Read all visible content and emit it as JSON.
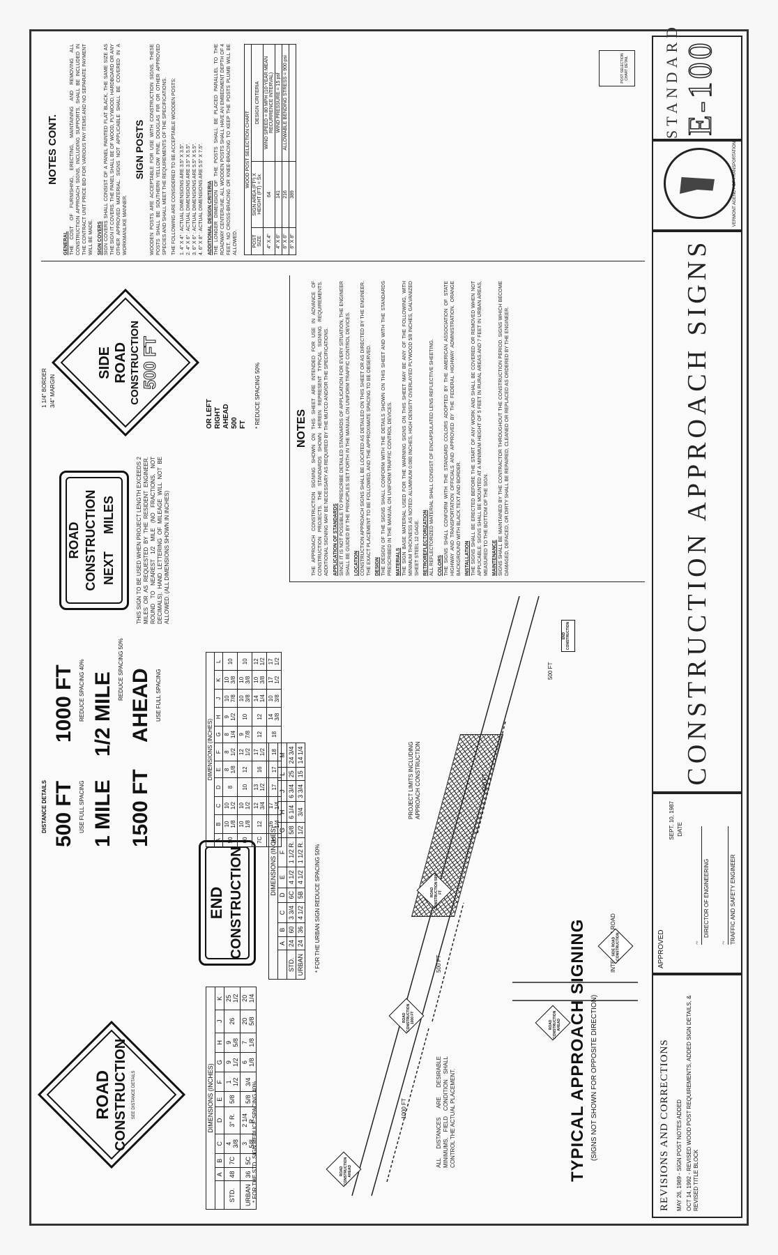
{
  "title_block": {
    "standard_label": "STANDARD",
    "standard_number": "E-100",
    "sheet_title": "CONSTRUCTION APPROACH SIGNS",
    "agency_ring_text": "VERMONT AGENCY OF TRANSPORTATION"
  },
  "revisions": {
    "header": "REVISIONS AND CORRECTIONS",
    "entries": [
      "MAY 26, 1989 - SIGN POST NOTES ADDED",
      "OCT 14, 1992 - REVISED WOOD POST REQUIREMENTS, ADDED SIGN DETAILS, & REVISED TITLE BLOCK"
    ]
  },
  "approval": {
    "approved_label": "APPROVED",
    "date_value": "SEPT. 10, 1987",
    "date_label": "DATE",
    "signer1_title": "DIRECTOR OF ENGINEERING",
    "signer2_title": "TRAFFIC AND SAFETY ENGINEER"
  },
  "signs": {
    "road_construction": [
      "ROAD",
      "CONSTRUCTION"
    ],
    "see_distance": "SEE DISTANCE DETAILS",
    "end_construction": [
      "END",
      "CONSTRUCTION"
    ],
    "distance_signs": {
      "row1_left": "500 FT",
      "row1_right": "1000 FT",
      "row2_left": "1 MILE",
      "row2_right": "1/2 MILE",
      "row3_left": "1500 FT",
      "row3_right": "AHEAD",
      "use_full_spacing": "USE FULL SPACING",
      "reduce_40": "REDUCE SPACING 40%",
      "reduce_50": "REDUCE SPACING 50%",
      "distance_details": "DISTANCE DETAILS"
    },
    "next_miles": [
      "ROAD",
      "CONSTRUCTION",
      "NEXT     MILES"
    ],
    "next_miles_note": "THIS SIGN TO BE USED WHEN PROJECT LENGTH EXCEEDS 2 MILES OR AS REQUESTED BY THE RESIDENT ENGINEER. ROUND TO NEAREST 1/2 MILE (NO FRACTIONS, NOT DECIMALS). HAND LETTERING OF MILEAGE WILL NOT BE ALLOWED. (ALL DIMENSIONS SHOWN IN INCHES)",
    "side_road": [
      "SIDE",
      "ROAD",
      "CONSTRUCTION",
      "500 FT"
    ],
    "side_road_options": [
      "OR LEFT",
      "RIGHT",
      "AHEAD",
      "500",
      "FT"
    ],
    "border_label": "1 1/4\" BORDER",
    "margin_label": "3/4\" MARGIN",
    "reduce_note": "* REDUCE SPACING 50%"
  },
  "dimension_tables": {
    "road_construction": {
      "title": "DIMENSIONS (INCHES)",
      "headers": [
        "",
        "A",
        "B",
        "C",
        "D",
        "E",
        "F",
        "G",
        "H",
        "J",
        "K"
      ],
      "rows": [
        [
          "STD.",
          "48",
          "7C",
          "4 3/8",
          "3\" R.",
          "5/8",
          "1 1/2",
          "9 1/2",
          "9 5/8",
          "26",
          "25 1/2"
        ],
        [
          "URBAN",
          "36",
          "5C",
          "3 5/8",
          "2 1/4 R.",
          "5/8",
          "3/4",
          "6 1/8",
          "7 1/8",
          "20 5/8",
          "20 1/4"
        ]
      ],
      "footnote": "* FOR THE STD. SIGN REDUCE SPACING 40%"
    },
    "end_construction": {
      "title": "DIMENSIONS (INCHES)",
      "headers": [
        "",
        "A",
        "B",
        "C",
        "D",
        "E",
        "F",
        "G",
        "H",
        "J",
        "L",
        "M"
      ],
      "rows": [
        [
          "STD.",
          "24",
          "60",
          "3 3/4",
          "6C",
          "4 1/2",
          "1 1/2 R.",
          "5/8",
          "6 1/4",
          "6 3/4",
          "25",
          "24 3/4"
        ],
        [
          "URBAN",
          "24",
          "36",
          "4 1/2",
          "5B",
          "4 1/2",
          "1 1/2 R.",
          "1/2",
          "3/4",
          "3 3/4",
          "15",
          "14 1/4"
        ]
      ],
      "footnote": "* FOR THE URBAN SIGN REDUCE SPACING 50%"
    },
    "distance": {
      "title": "DIMENSIONS (INCHES)",
      "headers": [
        "A",
        "B",
        "C",
        "D",
        "E",
        "F",
        "G",
        "H",
        "J",
        "K",
        "L"
      ],
      "rows": [
        [
          "50",
          "10 1/8",
          "10 1/2",
          "8",
          "8 1/8",
          "8 1/2",
          "8 1/4",
          "9 1/2",
          "10 7/8",
          "10 3/8",
          "10"
        ],
        [
          "60",
          "10 1/8",
          "10 1/2",
          "10",
          "12",
          "12 1/2",
          "9 7/8",
          "10",
          "10 3/8",
          "10 3/8",
          "10"
        ],
        [
          "7C",
          "12",
          "12 3/4",
          "13 1/2",
          "16",
          "17 1/2",
          "12",
          "12",
          "14 1/4",
          "10 3/8",
          "12 1/2"
        ],
        [
          "80",
          "16 1/4",
          "17 1/4",
          "17",
          "17",
          "18",
          "18",
          "14 3/8",
          "10 3/8",
          "17 1/2",
          "17 1/2"
        ]
      ]
    }
  },
  "approach_diagram": {
    "title": "TYPICAL APPROACH SIGNING",
    "subtitle": "(SIGNS NOT SHOWN FOR OPPOSITE DIRECTION)",
    "distances": [
      "1000 FT",
      "500 FT",
      "500 FT",
      "500 FT"
    ],
    "labels": [
      "PROJECT LIMITS INCLUDING APPROACH CONSTRUCTION",
      "INTERSECTING ROAD"
    ],
    "mini_signs": [
      "ROAD CONSTRUCTION AHEAD",
      "ROAD CONSTRUCTION 1000 FT",
      "ROAD CONSTRUCTION 500 FT",
      "ROAD CONSTRUCTION AHEAD",
      "END CONSTRUCTION",
      "SIDE ROAD CONSTRUCTION"
    ],
    "distances_note": "ALL DISTANCES ARE DESIRABLE MINIMUMS, FIELD CONDITION SHALL CONTROL THE ACTUAL PLACEMENT."
  },
  "notes": {
    "header": "NOTES",
    "intro": "THE APPROACH CONSTRUCTION SIGNING SHOWN ON THIS SHEET ARE INTENDED FOR USE IN ADVANCE OF CONSTRUCTION PROJECTS. THE STANDARDS SHOWN HEREIN REPRESENT TYPICAL SIGNING REQUIREMENTS. ADDITIONAL SIGNING MAY BE NECESSARY AS REQUIRED BY THE MUTCD AND/OR THE SPECIFICATIONS.",
    "sections": [
      {
        "h": "APPLICATION OF STANDARDS",
        "t": "SINCE IT IS NOT POSSIBLE TO PRESCRIBE DETAILED STANDARDS OF APPLICATION FOR EVERY SITUATION, THE ENGINEER SHALL BE GUIDED BY THE PRINCIPLES SET FORTH IN THE MANUAL ON UNIFORM TRAFFIC CONTROL DEVICES."
      },
      {
        "h": "LOCATION",
        "t": "CONSTRUCTION APPROACH SIGNS SHALL BE LOCATED AS DETAILED ON THIS SHEET OR AS DIRECTED BY THE ENGINEER. THE EXACT PLACEMENT TO BE FOLLOWED, AND THE APPROXIMATE SPACING TO BE OBSERVED."
      },
      {
        "h": "DESIGN",
        "t": "THE DESIGN OF THE SIGNS SHALL CONFORM WITH THE DETAILS SHOWN ON THIS SHEET AND WITH THE STANDARDS PRESCRIBED IN THE MANUAL ON UNIFORM TRAFFIC CONTROL DEVICES."
      },
      {
        "h": "MATERIALS",
        "t": "THE SIGN BASE MATERIAL USED FOR THE WARNING SIGNS ON THIS SHEET MAY BE ANY OF THE FOLLOWING, WITH MINIMUM THICKNESS AS NOTED: ALUMINUM 0.080 INCHES, HIGH DENSITY OVERLAYED PLYWOOD 5/8 INCHES, GALVANIZED SHEET STEEL 12 GAGE."
      },
      {
        "h": "RETROREFLECTORIZATION",
        "t": "ALL REFLECTORIZED MATERIAL SHALL CONSIST OF ENCAPSULATED LENS REFLECTIVE SHEETING."
      },
      {
        "h": "COLORS",
        "t": "THE SIGNS SHALL CONFORM WITH THE STANDARD COLORS ADOPTED BY THE AMERICAN ASSOCIATION OF STATE HIGHWAY AND TRANSPORTATION OFFICIALS AND APPROVED BY THE FEDERAL HIGHWAY ADMINISTRATION. ORANGE BACKGROUND WITH BLACK TEXT AND BORDER."
      },
      {
        "h": "INSTALLATION",
        "t": "THE SIGNS SHALL BE ERECTED BEFORE THE START OF ANY WORK AND SHALL BE COVERED OR REMOVED WHEN NOT APPLICABLE. SIGNS SHALL BE MOUNTED AT A MINIMUM HEIGHT OF 5 FEET IN RURAL AREAS AND 7 FEET IN URBAN AREAS, MEASURED TO THE BOTTOM OF THE SIGN."
      },
      {
        "h": "MAINTENANCE",
        "t": "SIGNS SHALL BE MAINTAINED BY THE CONTRACTOR THROUGHOUT THE CONSTRUCTION PERIOD. SIGNS WHICH BECOME DAMAGED, DEFACED, OR DIRTY SHALL BE REPAIRED, CLEANED OR REPLACED AS ORDERED BY THE ENGINEER."
      }
    ]
  },
  "notes_cont": {
    "header": "NOTES CONT.",
    "general_h": "GENERAL",
    "general_t": "THE COST OF FURNISHING, ERECTING, MAINTAINING AND REMOVING ALL CONSTRUCTION APPROACH SIGNS, INCLUDING SUPPORTS, SHALL BE INCLUDED IN THE CONTRACT UNIT PRICE BID FOR VARIOUS PAY ITEMS AND NO SEPARATE PAYMENT WILL BE MADE.",
    "covers_h": "SIGN COVERS",
    "covers_t": "SIGN COVERS SHALL CONSIST OF A PANEL PAINTED FLAT BLACK, THE SAME SIZE AS THE SIGN IT COVERS. THE PANEL SHALL BE OF WOOD, PLYWOOD, HARDBOARD OR ANY OTHER APPROVED MATERIAL. SIGNS NOT APPLICABLE SHALL BE COVERED IN A WORKMANLIKE MANNER.",
    "posts_header": "SIGN POSTS",
    "posts_t1": "WOODEN POSTS ARE ACCEPTABLE FOR USE WITH CONSTRUCTION SIGNS. THESE POSTS SHALL BE SOUTHERN YELLOW PINE, DOUGLAS FIR OR OTHER APPROVED SPECIES AND SHALL MEET THE REQUIREMENTS OF THE SPECIFICATIONS.",
    "posts_t2": "THE FOLLOWING ARE CONSIDERED TO BE ACCEPTABLE WOODEN POSTS:",
    "posts_list": [
      "1.  4\" X 4\" : ACTUAL DIMENSIONS ARE 3.5\" X 3.5\".",
      "2.  4\" X 6\" : ACTUAL DIMENSIONS ARE 3.5\" X 5.5\".",
      "3.  6\" X 6\" : ACTUAL DIMENSIONS ARE 5.5\" X 5.5\".",
      "4.  6\" X 8\" : ACTUAL DIMENSIONS ARE 5.5\" X 7.5\"."
    ],
    "additional_h": "ADDITIONAL DESIGN CRITERIA",
    "additional_t": "THE LONGER DIMENSION OF THE POSTS SHALL BE PLACED PARALLEL TO THE ROADWAY CENTERLINE. ALL WOODEN POSTS SHALL HAVE AN EMBEDMENT DEPTH OF 4 FEET. NO CROSS-BRACING OR KNEE-BRACING TO KEEP THE POSTS PLUMB WILL BE ALLOWED."
  },
  "post_chart": {
    "title": "WOOD POST SELECTION CHART",
    "headers": [
      "POST SIZE",
      "SIGN AREA (FT²) X HEIGHT (FT) = Sx",
      "DESIGN CRITERIA"
    ],
    "rows": [
      [
        "4\" X 4\"",
        "64",
        "WIND SPEED = 80 MPH (10-YEAR MEAN RECURRENCE INTERVAL)"
      ],
      [
        "4\" X 6\"",
        "141",
        "WIND PRESSURE = 15 psf"
      ],
      [
        "6\" X 6\"",
        "216",
        "ALLOWABLE BENDING STRESS = 900 psi"
      ],
      [
        "6\" X 8\"",
        "389",
        ""
      ]
    ],
    "detail_label": "POST SELECTION CHART DETAIL"
  }
}
